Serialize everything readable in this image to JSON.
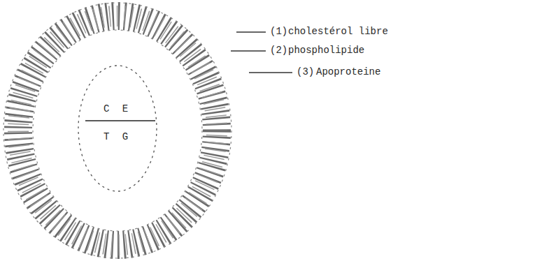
{
  "diagram": {
    "nodes": [
      {
        "text": [
          "C E",
          "T G"
        ]
      }
    ],
    "labels": [
      "(1)",
      "cholestérol libre",
      "(2)",
      "phospholipide",
      "(3)",
      "Apoproteine"
    ]
  }
}
